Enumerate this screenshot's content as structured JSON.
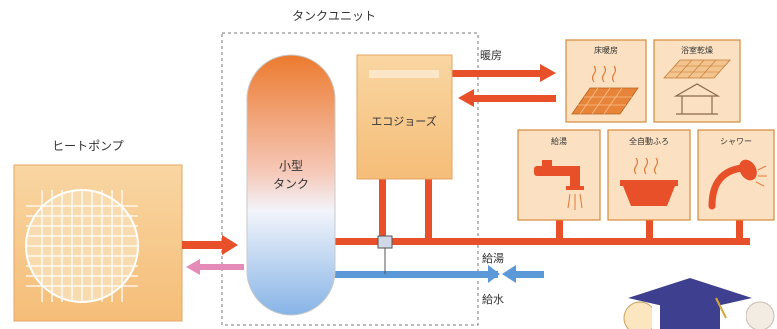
{
  "diagram": {
    "tank_unit_label": "タンクユニット",
    "heat_pump_label": "ヒートポンプ",
    "small_tank_line1": "小型",
    "small_tank_line2": "タンク",
    "ecojozu_label": "エコジョーズ",
    "heating_label": "暖房",
    "hot_water_label": "給湯",
    "water_supply_label": "給水",
    "floor_heating_label": "床暖房",
    "bathroom_dryer_label": "浴室乾燥",
    "faucet_label": "給湯",
    "auto_bath_label": "全自動ふろ",
    "shower_label": "シャワー"
  },
  "colors": {
    "hot_pipe": "#e8502a",
    "cold_pipe": "#5a98d8",
    "return_pipe": "#e48bb8",
    "unit_fill": "#f7c98c",
    "unit_stroke": "#d98a3a",
    "tank_top": "#ee7e32",
    "tank_bottom": "#88b6e8",
    "hat": "#3f3f8f"
  },
  "icons": [
    "floor-heating-icon",
    "bathroom-dryer-icon",
    "faucet-icon",
    "bathtub-icon",
    "shower-icon",
    "fan-grille-icon",
    "graduation-cap-icon"
  ]
}
